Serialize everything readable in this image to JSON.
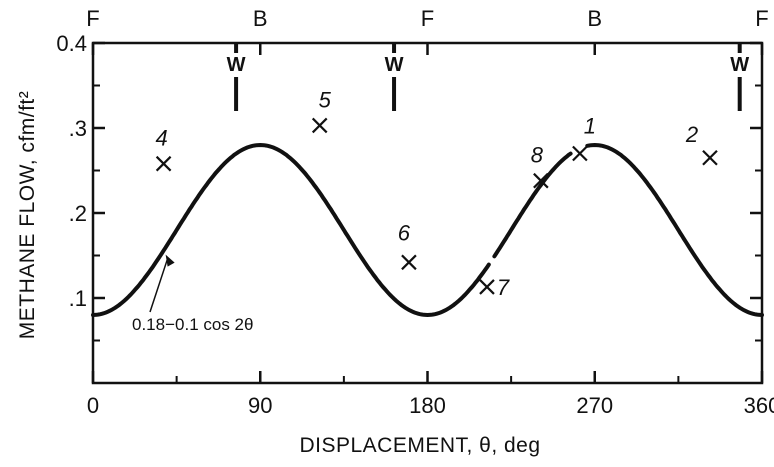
{
  "chart_data": {
    "type": "line",
    "title": "",
    "xlabel": "DISPLACEMENT, θ, deg",
    "ylabel": "METHANE FLOW, cfm/ft²",
    "xlim": [
      0,
      360
    ],
    "ylim": [
      0,
      0.4
    ],
    "x_ticks": [
      0,
      90,
      180,
      270,
      360
    ],
    "x_tick_labels": [
      "0",
      "90",
      "180",
      "270",
      "360"
    ],
    "y_ticks": [
      0.1,
      0.2,
      0.3,
      0.4
    ],
    "y_tick_labels": [
      ".1",
      ".2",
      ".3",
      "0.4"
    ],
    "curve_label": "0.18−0.1 cos 2θ",
    "curve_segments": [
      [
        0,
        213
      ],
      [
        216,
        257
      ],
      [
        266,
        360
      ]
    ],
    "position_labels": [
      {
        "x": 0,
        "text": "F"
      },
      {
        "x": 90,
        "text": "B"
      },
      {
        "x": 180,
        "text": "F"
      },
      {
        "x": 270,
        "text": "B"
      },
      {
        "x": 360,
        "text": "F"
      }
    ],
    "w_markers": [
      {
        "x": 77,
        "text": "W"
      },
      {
        "x": 162,
        "text": "W"
      },
      {
        "x": 348,
        "text": "W"
      }
    ],
    "points": [
      {
        "label": "1",
        "x": 262,
        "y": 0.27
      },
      {
        "label": "2",
        "x": 332,
        "y": 0.265
      },
      {
        "label": "4",
        "x": 38,
        "y": 0.258
      },
      {
        "label": "5",
        "x": 122,
        "y": 0.303
      },
      {
        "label": "6",
        "x": 170,
        "y": 0.142
      },
      {
        "label": "7",
        "x": 212,
        "y": 0.113
      },
      {
        "label": "8",
        "x": 241,
        "y": 0.238
      }
    ],
    "grid": false
  }
}
